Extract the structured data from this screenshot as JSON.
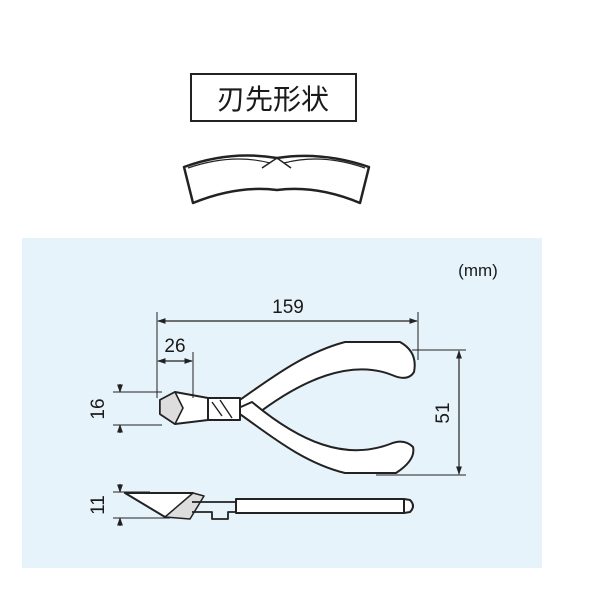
{
  "title": "刃先形状",
  "unit": "(mm)",
  "dimensions": {
    "length": "159",
    "head_length": "26",
    "head_height": "16",
    "width": "51",
    "thickness": "11"
  },
  "colors": {
    "panel": "#e7f3fa",
    "outline": "#222222",
    "fill": "#ffffff"
  }
}
